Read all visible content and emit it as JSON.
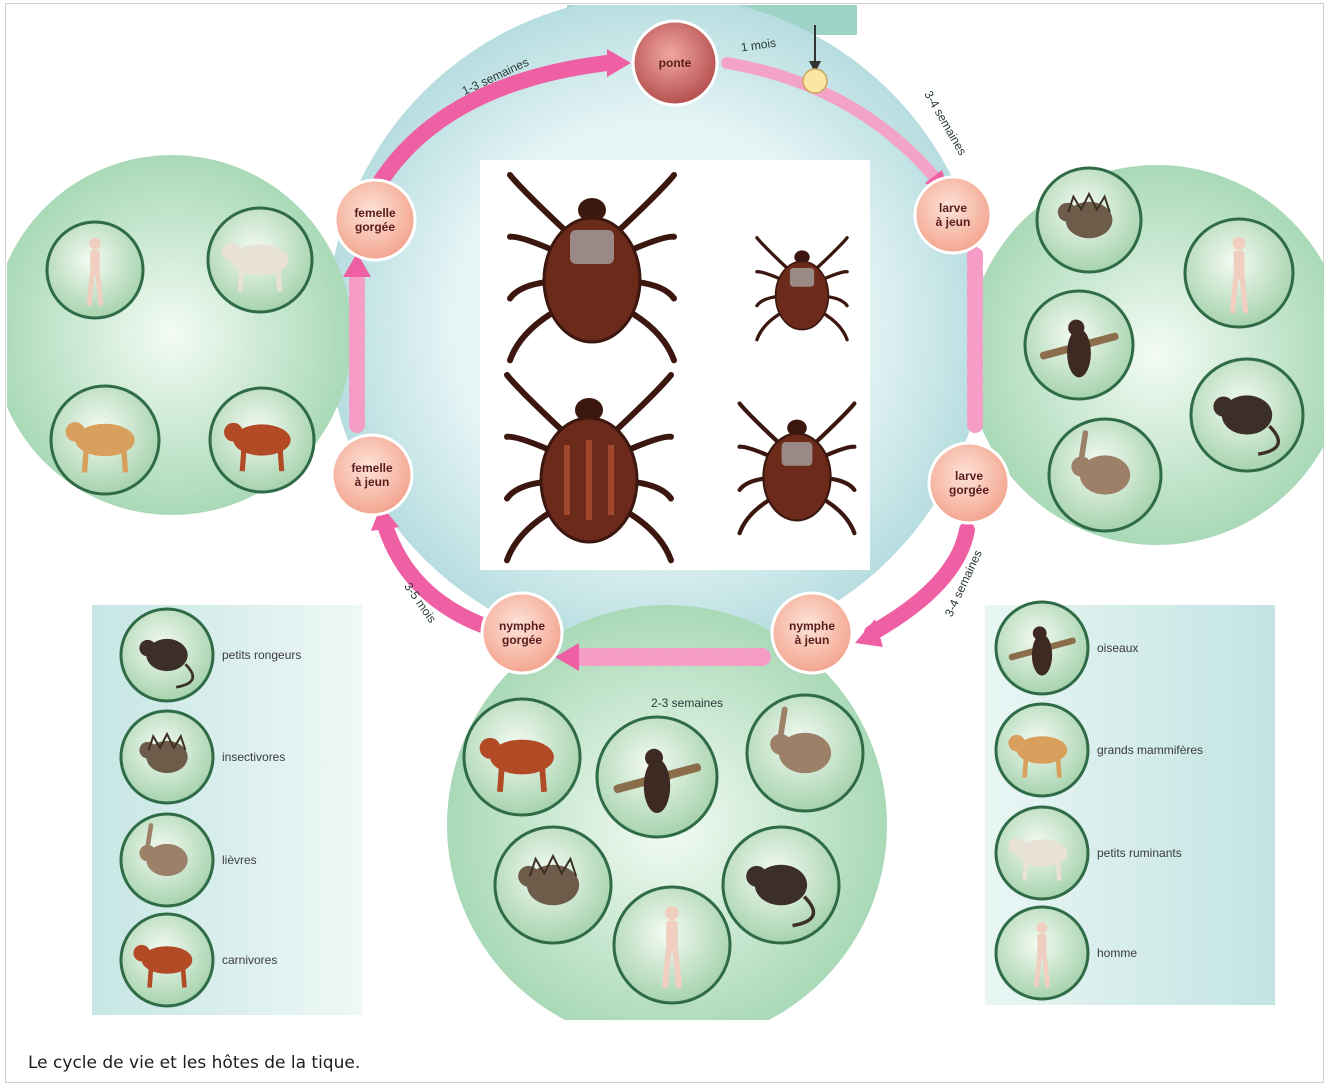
{
  "caption": "Le cycle de vie et les hôtes de la tique.",
  "cycle": {
    "stages": [
      {
        "key": "ponte",
        "label": "ponte",
        "icon": "egg-cluster-icon"
      },
      {
        "key": "larve-a-jeun",
        "label": "larve à jeun",
        "icon": "larva-icon"
      },
      {
        "key": "larve-gorgee",
        "label": "larve gorgée",
        "icon": "engorged-larva-icon"
      },
      {
        "key": "nymphe-a-jeun",
        "label": "nymphe à jeun",
        "icon": "nymph-icon"
      },
      {
        "key": "nymphe-gorgee",
        "label": "nymphe gorgée",
        "icon": "engorged-nymph-icon"
      },
      {
        "key": "femelle-a-jeun",
        "label": "femelle à jeun",
        "icon": "female-tick-icon"
      },
      {
        "key": "femelle-gorgee",
        "label": "femelle gorgée",
        "icon": "engorged-female-icon"
      }
    ],
    "durations": {
      "top_left": "1-3 semaines",
      "top_right": "1 mois",
      "right_top": "3-4 semaines",
      "right_bottom": "3-4 semaines",
      "bottom": "2-3 semaines",
      "left_bottom": "3-5 mois"
    },
    "colors": {
      "arrow": "#ee5fa3",
      "stage_fill": "#f7b9a8",
      "host_bg": "#bfe3c8",
      "ring_bg": "#bfe0e6",
      "tick_body": "#6b2a1a"
    }
  },
  "ticks": [
    {
      "key": "tick-female-unfed",
      "icon": "tick-icon"
    },
    {
      "key": "tick-larva",
      "icon": "tick-icon"
    },
    {
      "key": "tick-female-engorged",
      "icon": "tick-icon"
    },
    {
      "key": "tick-nymph",
      "icon": "tick-icon"
    }
  ],
  "host_groups": {
    "left": [
      "human-icon",
      "sheep-icon",
      "cow-icon",
      "fox-icon"
    ],
    "right": [
      "hedgehog-icon",
      "human-icon",
      "bird-icon",
      "rat-icon",
      "hare-icon"
    ],
    "bottom": [
      "fox-icon",
      "bird-icon",
      "hare-icon",
      "hedgehog-icon",
      "rat-icon",
      "human-icon"
    ]
  },
  "legend_left": [
    {
      "label": "petits rongeurs",
      "icon": "rat-icon"
    },
    {
      "label": "insectivores",
      "icon": "hedgehog-icon"
    },
    {
      "label": "lièvres",
      "icon": "hare-icon"
    },
    {
      "label": "carnivores",
      "icon": "fox-icon"
    }
  ],
  "legend_right": [
    {
      "label": "oiseaux",
      "icon": "bird-icon"
    },
    {
      "label": "grands mammifères",
      "icon": "cow-icon"
    },
    {
      "label": "petits ruminants",
      "icon": "sheep-icon"
    },
    {
      "label": "homme",
      "icon": "human-icon"
    }
  ]
}
